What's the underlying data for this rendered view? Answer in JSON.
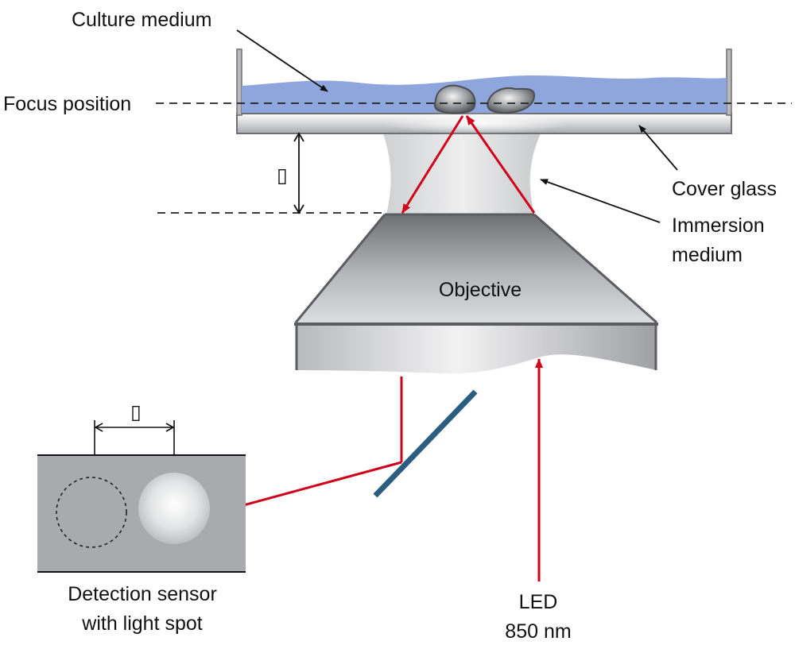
{
  "labels": {
    "culture_medium": "Culture medium",
    "focus_position": "Focus position",
    "cover_glass": "Cover glass",
    "immersion_medium_line1": "Immersion",
    "immersion_medium_line2": "medium",
    "objective": "Objective",
    "offset_symbol": "▯",
    "spot_shift_symbol": "▯",
    "sensor_line1": "Detection sensor",
    "sensor_line2": "with light spot",
    "led_line1": "LED",
    "led_line2": "850 nm"
  },
  "colors": {
    "beam": "#d0021b",
    "mirror": "#2b5d80",
    "medium": "#8ea6dc",
    "dish": "#b9babd",
    "sensor": "#a8aaad",
    "objective_dark": "#7f8083",
    "objective_light": "#dcdddf",
    "immersion": "#d9dadc"
  }
}
